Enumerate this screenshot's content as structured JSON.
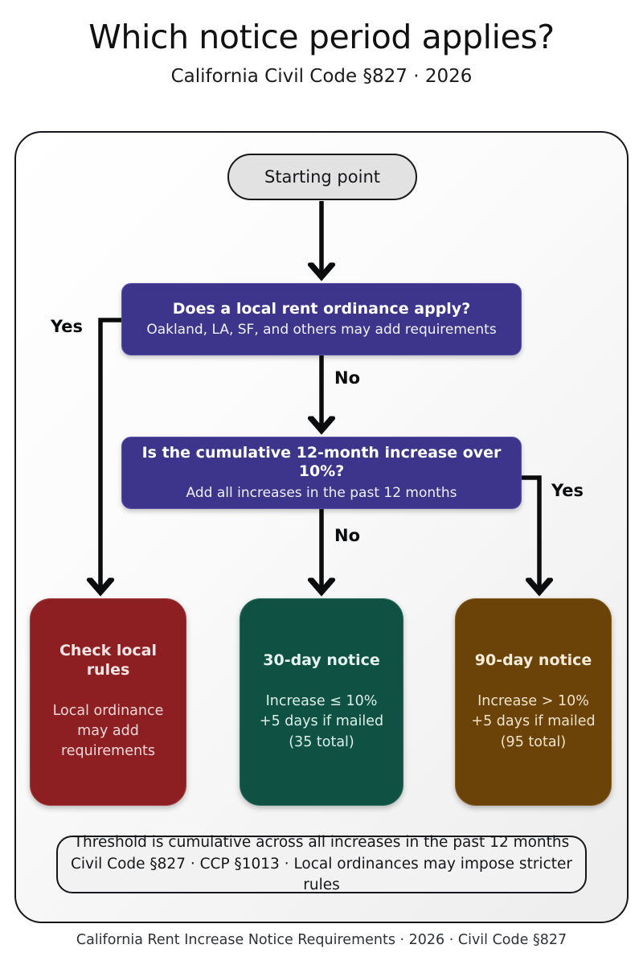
{
  "header": {
    "title": "Which notice period applies?",
    "subtitle": "California Civil Code §827 · 2026"
  },
  "chart_data": {
    "type": "diagram",
    "diagram_type": "decision-flowchart",
    "title": "Which notice period applies?",
    "subtitle": "California Civil Code §827 · 2026",
    "nodes": [
      {
        "id": "start",
        "shape": "stadium",
        "title": "Starting point",
        "sub": "",
        "fill": "#e2e2e2",
        "text_color": "#16181b"
      },
      {
        "id": "decision-1",
        "shape": "rounded-rect",
        "title": "Does a local rent ordinance apply?",
        "sub": "Oakland, LA, SF, and others may add requirements",
        "fill": "#3d348b",
        "text_color": "#ffffff"
      },
      {
        "id": "decision-2",
        "shape": "rounded-rect",
        "title": "Is the cumulative 12-month increase over 10%?",
        "sub": "Add all increases in the past 12 months",
        "fill": "#3d348b",
        "text_color": "#ffffff"
      },
      {
        "id": "outcome-red",
        "shape": "rounded-rect",
        "title": "Check local rules",
        "sub": "Local ordinance\nmay add\nrequirements",
        "fill": "#8d1f23",
        "text_color": "#f6e5e5"
      },
      {
        "id": "outcome-green",
        "shape": "rounded-rect",
        "title": "30-day notice",
        "sub": "Increase ≤ 10%\n+5 days if mailed\n(35 total)",
        "fill": "#0f5243",
        "text_color": "#e6f2ee"
      },
      {
        "id": "outcome-brown",
        "shape": "rounded-rect",
        "title": "90-day notice",
        "sub": "Increase > 10%\n+5 days if mailed\n(95 total)",
        "fill": "#6b4308",
        "text_color": "#f6ecd9"
      }
    ],
    "edges": [
      {
        "from": "start",
        "to": "decision-1",
        "label": ""
      },
      {
        "from": "decision-1",
        "to": "outcome-red",
        "label": "Yes"
      },
      {
        "from": "decision-1",
        "to": "decision-2",
        "label": "No"
      },
      {
        "from": "decision-2",
        "to": "outcome-brown",
        "label": "Yes"
      },
      {
        "from": "decision-2",
        "to": "outcome-green",
        "label": "No"
      }
    ],
    "footnote": [
      "Threshold is cumulative across all increases in the past 12 months",
      "Civil Code §827 · CCP §1013 · Local ordinances may impose stricter rules"
    ],
    "caption": "California Rent Increase Notice Requirements · 2026 · Civil Code §827"
  },
  "edge_labels": {
    "yes_left": "Yes",
    "no_1": "No",
    "yes_right": "Yes",
    "no_2": "No"
  },
  "footnote": {
    "line1": "Threshold is cumulative across all increases in the past 12 months",
    "line2": "Civil Code §827 · CCP §1013 · Local ordinances may impose stricter rules"
  },
  "caption": {
    "text": "California Rent Increase Notice Requirements · 2026 · Civil Code §827"
  },
  "colors": {
    "decision": "#3d348b",
    "outcome_red": "#8d1f23",
    "outcome_green": "#0f5243",
    "outcome_brown": "#6b4308",
    "start": "#e2e2e2",
    "connector": "#0b0c0e"
  }
}
